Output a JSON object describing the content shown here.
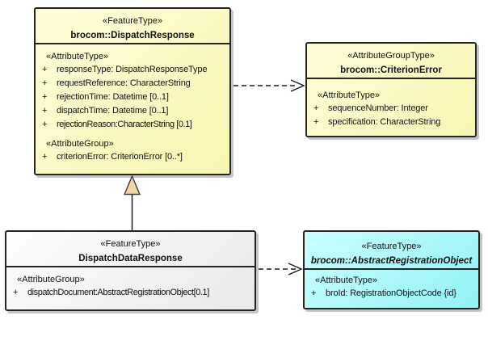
{
  "colors": {
    "node_yellow": "#FAF7BE",
    "node_cyan": "#A5F8F9",
    "node_gray": "#F2F2F2",
    "node_border": "#252525",
    "shadow": "#9A9A9A",
    "generalization_triangle_fill": "#EFD6A7",
    "connector_line": "#1A1A1A",
    "background": "#FFFFFF"
  },
  "boxes": [
    {
      "stereotype": "«FeatureType»",
      "name": "brocom::DispatchResponse",
      "sections": [
        {
          "label": "«AttributeType»",
          "items": [
            {
              "v": "+",
              "t": "responseType: DispatchResponseType"
            },
            {
              "v": "+",
              "t": "requestReference: CharacterString"
            },
            {
              "v": "+",
              "t": "rejectionTime: Datetime [0..1]"
            },
            {
              "v": "+",
              "t": "dispatchTime: Datetime [0..1]"
            },
            {
              "v": "+",
              "t": "rejectionReason:CharacterString [0.1]"
            }
          ]
        },
        {
          "label": "«AttributeGroup»",
          "items": [
            {
              "v": "+",
              "t": "criterionError: CriterionError [0..*]"
            }
          ]
        }
      ]
    },
    {
      "stereotype": "«AttributeGroupType»",
      "name": "brocom::CriterionError",
      "sections": [
        {
          "label": "«AttributeType»",
          "items": [
            {
              "v": "+",
              "t": "sequenceNumber: Integer"
            },
            {
              "v": "+",
              "t": "specification: CharacterString"
            }
          ]
        }
      ]
    },
    {
      "stereotype": "«FeatureType»",
      "name": "DispatchDataResponse",
      "sections": [
        {
          "label": "«AttributeGroup»",
          "items": [
            {
              "v": "+",
              "t": "dispatchDocument:AbstractRegistrationObject[0.1]"
            }
          ]
        }
      ]
    },
    {
      "stereotype": "«FeatureType»",
      "name": "brocom::AbstractRegistrationObject",
      "sections": [
        {
          "label": "«AttributeType»",
          "items": [
            {
              "v": "+",
              "t": "broId: RegistrationObjectCode {id}"
            }
          ]
        }
      ]
    }
  ],
  "connectors": [
    {
      "type": "dependency",
      "style": "dashed-open-arrow",
      "from": "brocom::DispatchResponse",
      "to": "brocom::CriterionError"
    },
    {
      "type": "dependency",
      "style": "dashed-open-arrow",
      "from": "DispatchDataResponse",
      "to": "brocom::AbstractRegistrationObject"
    },
    {
      "type": "generalization",
      "style": "solid-hollow-triangle",
      "from": "DispatchDataResponse",
      "to": "brocom::DispatchResponse"
    }
  ]
}
